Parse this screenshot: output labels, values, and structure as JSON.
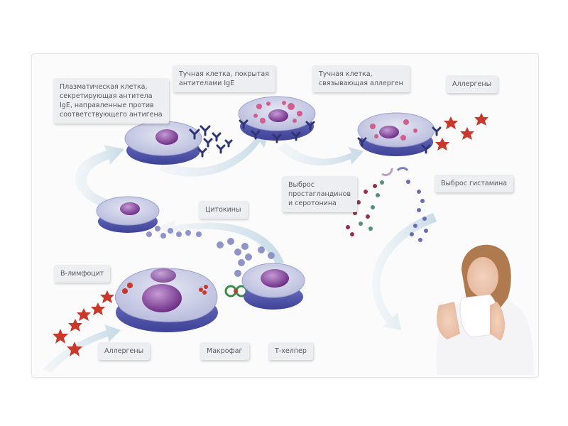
{
  "diagram": {
    "title": "Allergic reaction mechanism (IgE-mediated)",
    "labels": {
      "plasma_cell": "Плазматическая клетка,\nсекретирующая антитела\nIgE, направленные против\nсоответствующего антигена",
      "mast_cell_coated": "Тучная клетка, покрытая\nантителами IgE",
      "mast_cell_binding": "Тучная клетка,\nсвязывающая аллерген",
      "allergens_top": "Аллергены",
      "prostaglandin_release": "Выброс\nпростагландинов\nи серотонина",
      "histamine_release": "Выброс гистамина",
      "cytokines": "Цитокины",
      "b_lymphocyte": "В-лимфоцит",
      "allergens_bottom": "Аллергены",
      "macrophage": "Макрофаг",
      "t_helper": "Т-хелпер"
    },
    "colors": {
      "cell_membrane": "#5b5fb0",
      "cell_body": "#c9cde6",
      "nucleus": "#8a4f9e",
      "allergen": "#c8392b",
      "antibody": "#2f3574",
      "arrow": "#cfe0ea",
      "prostaglandin_dot": "#9b2f4a",
      "serotonin_dot": "#4f8f80",
      "histamine_dot": "#6a6db5",
      "cytokine_dot": "#8f93c7",
      "label_bg": "#eceef1",
      "label_text": "#555a60"
    }
  }
}
